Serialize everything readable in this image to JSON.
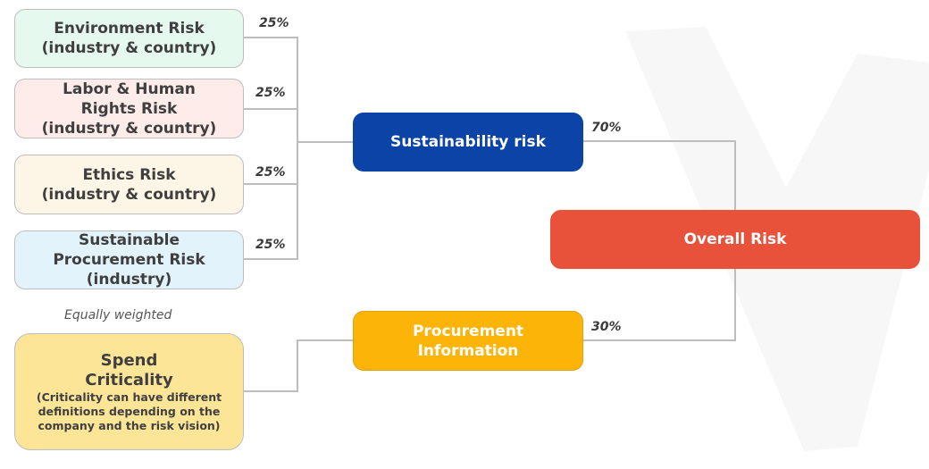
{
  "sources": [
    {
      "id": "environment",
      "lines": [
        "Environment Risk",
        "(industry & country)"
      ],
      "weight": "25%",
      "color": "#e6f9ee"
    },
    {
      "id": "labor",
      "lines": [
        "Labor & Human",
        "Rights Risk",
        "(industry & country)"
      ],
      "weight": "25%",
      "color": "#fdecea"
    },
    {
      "id": "ethics",
      "lines": [
        "Ethics Risk",
        "(industry & country)"
      ],
      "weight": "25%",
      "color": "#fdf5e6"
    },
    {
      "id": "sustainable-procurement",
      "lines": [
        "Sustainable",
        "Procurement Risk",
        "(industry)"
      ],
      "weight": "25%",
      "color": "#e3f3fc"
    }
  ],
  "note": "Equally weighted",
  "spend": {
    "title_lines": [
      "Spend",
      "Criticality"
    ],
    "detail_lines": [
      "(Criticality can have different",
      "definitions depending on the",
      "company and the risk vision)"
    ],
    "color": "#fde597"
  },
  "sustainability": {
    "label": "Sustainability risk",
    "weight": "70%",
    "color": "#0b44a6"
  },
  "procurement": {
    "lines": [
      "Procurement",
      "Information"
    ],
    "weight": "30%",
    "color": "#fdb408"
  },
  "overall": {
    "label": "Overall Risk",
    "color": "#e8523b"
  },
  "line_color": "#bdbdbd"
}
